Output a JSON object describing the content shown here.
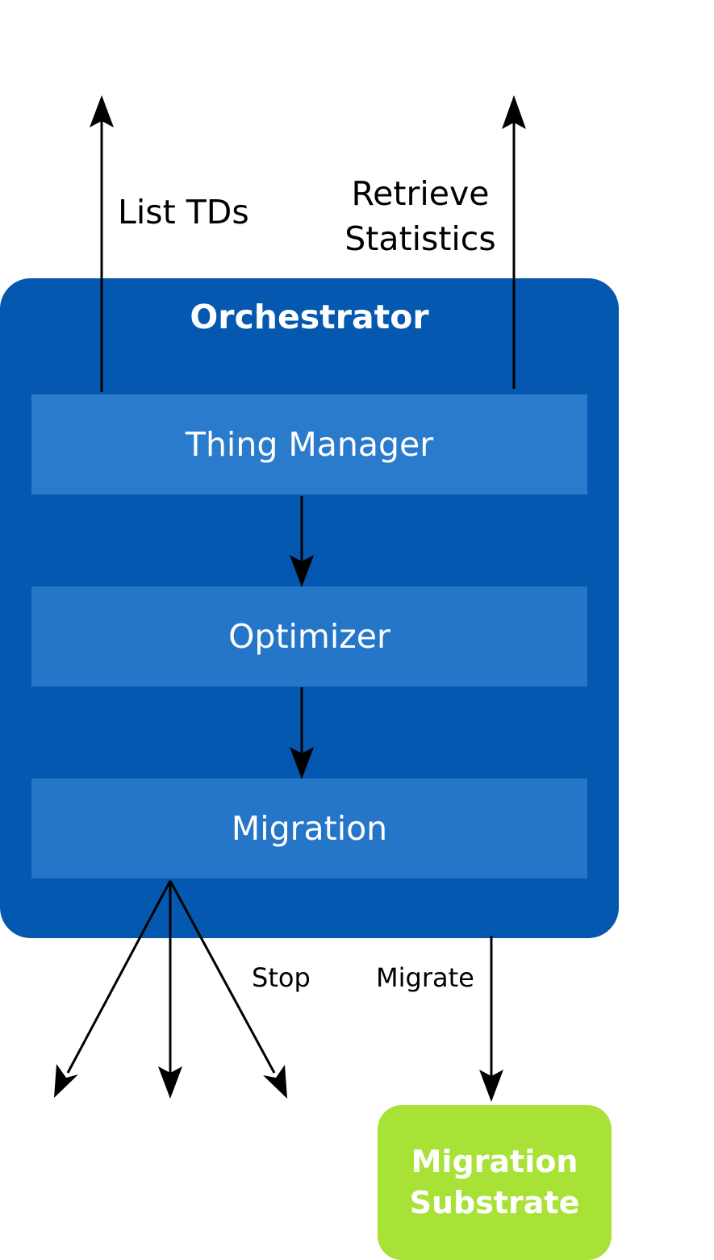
{
  "orchestrator": {
    "title": "Orchestrator",
    "modules": {
      "thing_manager": "Thing Manager",
      "optimizer": "Optimizer",
      "migration": "Migration"
    }
  },
  "external": {
    "list_tds": "List TDs",
    "retrieve_statistics": "Retrieve Statistics",
    "stop": "Stop",
    "migrate": "Migrate"
  },
  "substrate": {
    "label": "Migration Substrate"
  },
  "colors": {
    "orchestrator": "#0558af",
    "module": "#2576c9",
    "substrate": "#a8e236",
    "arrow": "#000000"
  }
}
